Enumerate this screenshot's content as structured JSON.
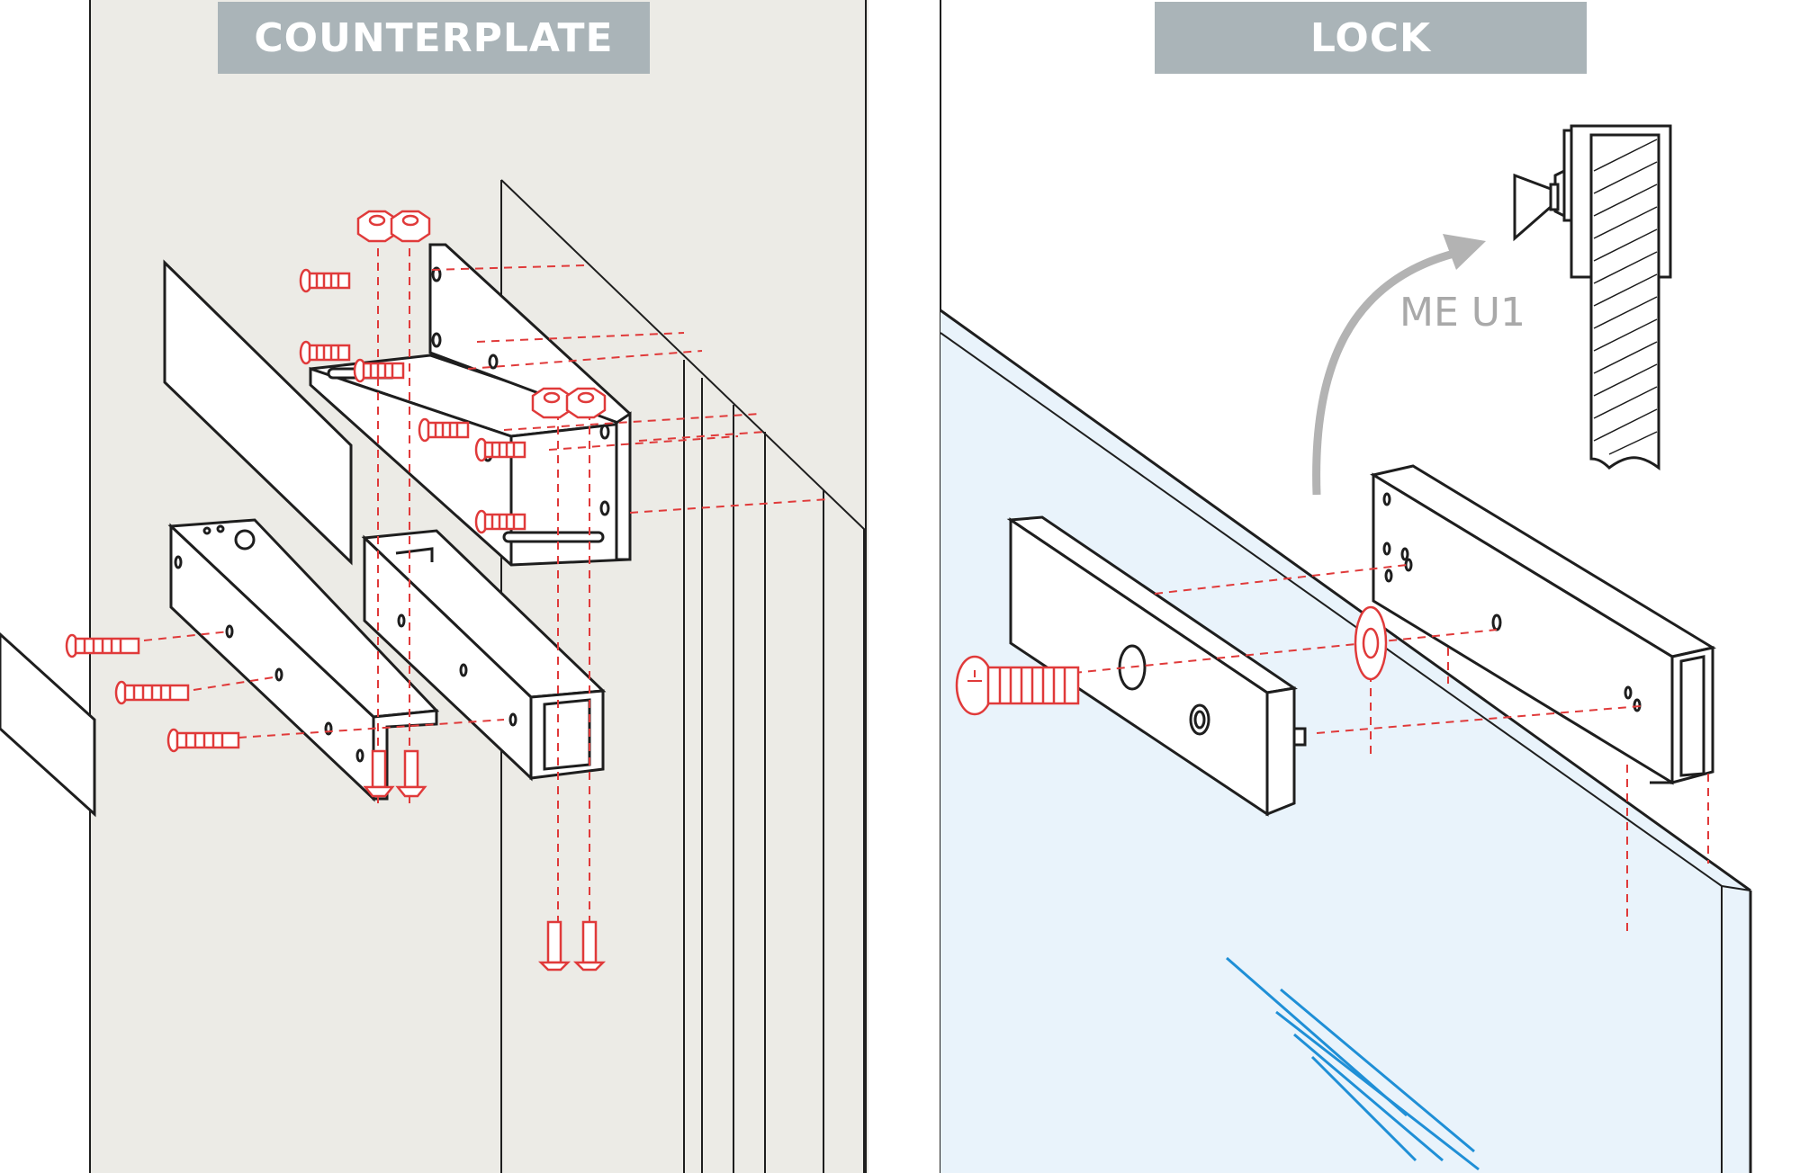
{
  "panels": {
    "left": {
      "title": "COUNTERPLATE"
    },
    "right": {
      "title": "LOCK",
      "model_label": "ME U1"
    }
  },
  "colors": {
    "wall": "#ecebe6",
    "glass": "#e9f3fb",
    "banner": "#aab4b8",
    "screws": "#e03a3a",
    "outline": "#1e1e1e",
    "hatch": "#1f8fd6"
  }
}
